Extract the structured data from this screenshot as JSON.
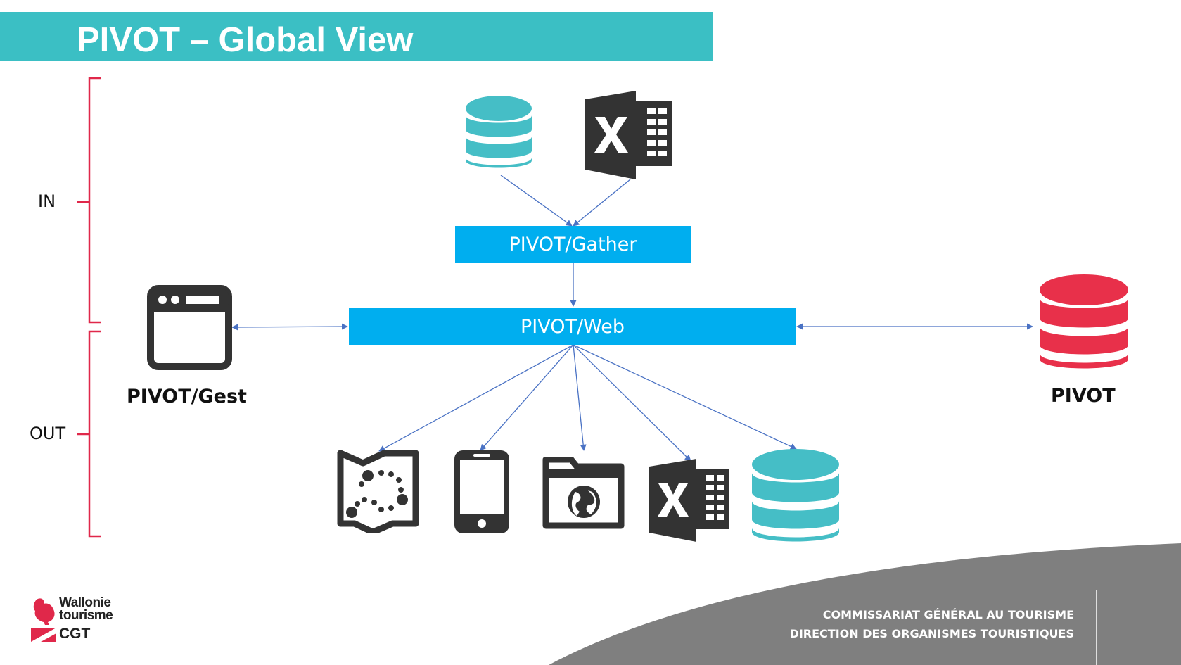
{
  "title": "PIVOT – Global View",
  "sections": {
    "in_label": "IN",
    "out_label": "OUT"
  },
  "boxes": {
    "gather": "PIVOT/Gather",
    "web": "PIVOT/Web"
  },
  "nodes": {
    "gest_label": "PIVOT/Gest",
    "pivot_label": "PIVOT"
  },
  "footer": {
    "line1": "COMMISSARIAT GÉNÉRAL AU TOURISME",
    "line2": "DIRECTION DES ORGANISMES TOURISTIQUES"
  },
  "logo": {
    "line1": "Wallonie",
    "line2": "tourisme",
    "line3": "CGT"
  },
  "colors": {
    "title_bar": "#3bbfc4",
    "box": "#00aeef",
    "bracket": "#e0284a",
    "database_teal": "#45bec6",
    "database_red": "#e8304a",
    "icon_dark": "#333333",
    "arrow": "#4a72c4",
    "footer_bg": "#7f7f7f"
  },
  "icons": {
    "input": [
      "database-icon",
      "excel-icon"
    ],
    "gest": "browser-window-icon",
    "pivot": "database-icon",
    "output": [
      "map-icon",
      "mobile-phone-icon",
      "web-folder-icon",
      "excel-icon",
      "database-icon"
    ]
  }
}
